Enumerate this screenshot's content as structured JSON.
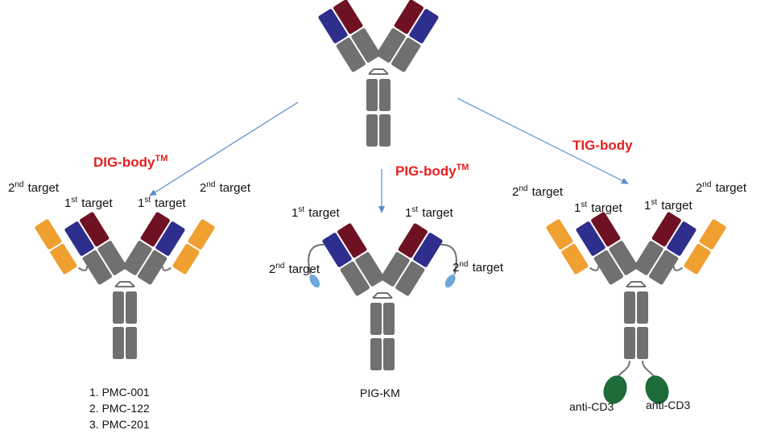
{
  "colors": {
    "heavy_light_constant": "#707070",
    "variable_light": "#2e2f8c",
    "variable_heavy": "#6e1223",
    "second_target_domain": "#f0a030",
    "peptide_tag": "#6fa8d8",
    "anti_cd3_domain": "#1c6b38",
    "arrow": "#5b8ec9",
    "title_red": "#e5201e"
  },
  "formats": {
    "dig": {
      "title": "DIG-body",
      "title_mark": "TM",
      "first_left": {
        "sup": "st",
        "base": "1",
        "text": "target"
      },
      "first_right": {
        "sup": "st",
        "base": "1",
        "text": "target"
      },
      "second_left": {
        "sup": "nd",
        "base": "2",
        "text": "target"
      },
      "second_right": {
        "sup": "nd",
        "base": "2",
        "text": "target"
      },
      "products": [
        "1. PMC-001",
        "2. PMC-122",
        "3. PMC-201"
      ]
    },
    "pig": {
      "title": "PIG-body",
      "title_mark": "TM",
      "first_left": {
        "sup": "st",
        "base": "1",
        "text": "target"
      },
      "first_right": {
        "sup": "st",
        "base": "1",
        "text": "target"
      },
      "second_left": {
        "sup": "nd",
        "base": "2",
        "text": "target"
      },
      "second_right": {
        "sup": "nd",
        "base": "2",
        "text": "target"
      },
      "product": "PIG-KM"
    },
    "tig": {
      "title": "TIG-body",
      "first_left": {
        "sup": "st",
        "base": "1",
        "text": "target"
      },
      "first_right": {
        "sup": "st",
        "base": "1",
        "text": "target"
      },
      "second_left": {
        "sup": "nd",
        "base": "2",
        "text": "target"
      },
      "second_right": {
        "sup": "nd",
        "base": "2",
        "text": "target"
      },
      "cd3_left": "anti-CD3",
      "cd3_right": "anti-CD3"
    }
  }
}
